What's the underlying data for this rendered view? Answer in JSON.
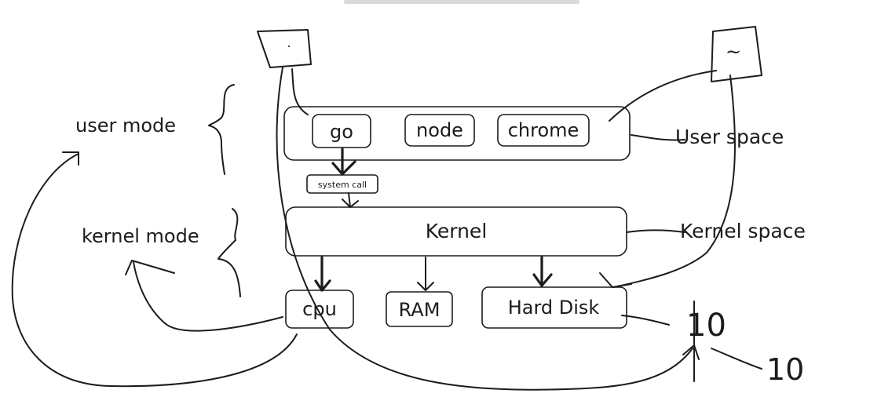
{
  "header_text": "",
  "labels": {
    "user_mode": "user mode",
    "kernel_mode": "kernel mode",
    "user_space": "User space",
    "kernel_space": "Kernel space",
    "system_call": "system call",
    "kernel": "Kernel"
  },
  "processes": [
    "go",
    "node",
    "chrome"
  ],
  "hardware": [
    "cpu",
    "RAM",
    "Hard Disk"
  ],
  "directories": {
    "root": ".",
    "home": "~"
  },
  "timing": {
    "first": "10",
    "second": "10"
  },
  "colors": {
    "ink": "#1c1c1c",
    "paper": "#ffffff"
  }
}
